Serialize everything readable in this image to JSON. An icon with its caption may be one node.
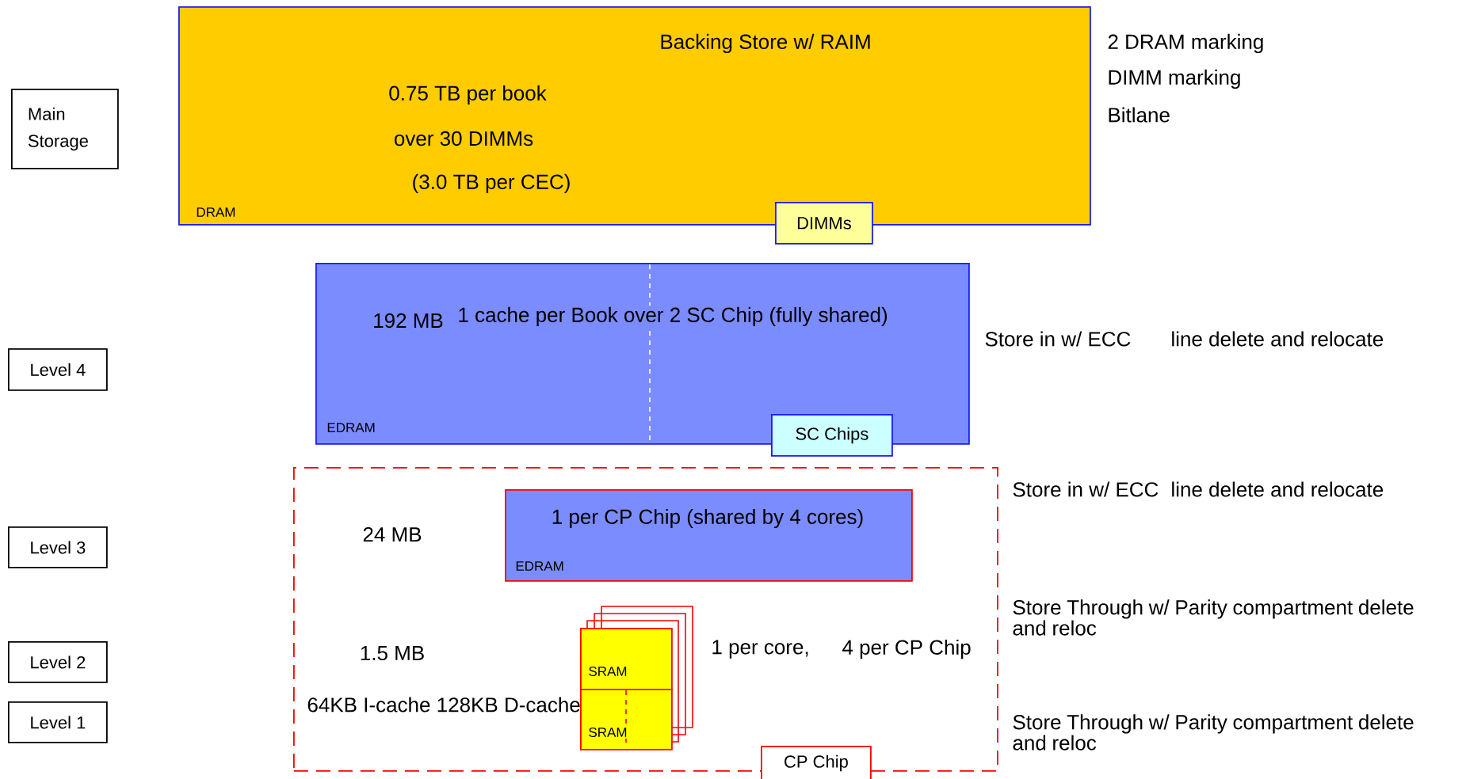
{
  "diagram": {
    "nodes": [
      {
        "text": [
          "Main Storage"
        ]
      },
      {
        "text": [
          "0.75 TB per book",
          "over 30 DIMMs",
          "(3.0 TB per CEC)",
          "DRAM"
        ]
      },
      {
        "text": [
          "DIMMs"
        ]
      },
      {
        "text": [
          "Level 4"
        ]
      },
      {
        "text": [
          "192 MB",
          "EDRAM"
        ]
      },
      {
        "text": [
          "SC Chips"
        ]
      },
      {
        "text": [
          "Level 3"
        ]
      },
      {
        "text": [],
        "shape": "box"
      },
      {
        "text": [
          "EDRAM"
        ],
        "in": 7
      },
      {
        "text": [
          "Level 2"
        ]
      },
      {
        "text": [
          "Level 1"
        ]
      },
      {
        "text": [
          "SRAM"
        ],
        "in": 7
      },
      {
        "text": [
          "SRAM"
        ],
        "in": 7
      },
      {
        "text": [
          "CP Chip"
        ]
      }
    ],
    "labels": [
      "Backing Store w/ RAIM",
      "2 DRAM marking",
      "DIMM marking",
      "Bitlane",
      "1 cache per Book  over 2 SC Chip (fully shared)",
      "Store in w/ ECC",
      "line delete and relocate",
      "Store in w/ ECC",
      "line delete and relocate",
      "1 per CP Chip  (shared by 4 cores)",
      "24 MB",
      "Store Through w/ Parity compartment delete and reloc",
      "1.5 MB",
      "1 per core,",
      "4 per CP Chip",
      "64KB I-cache 128KB D-cache",
      "Store Through w/ Parity compartment delete and reloc"
    ]
  }
}
